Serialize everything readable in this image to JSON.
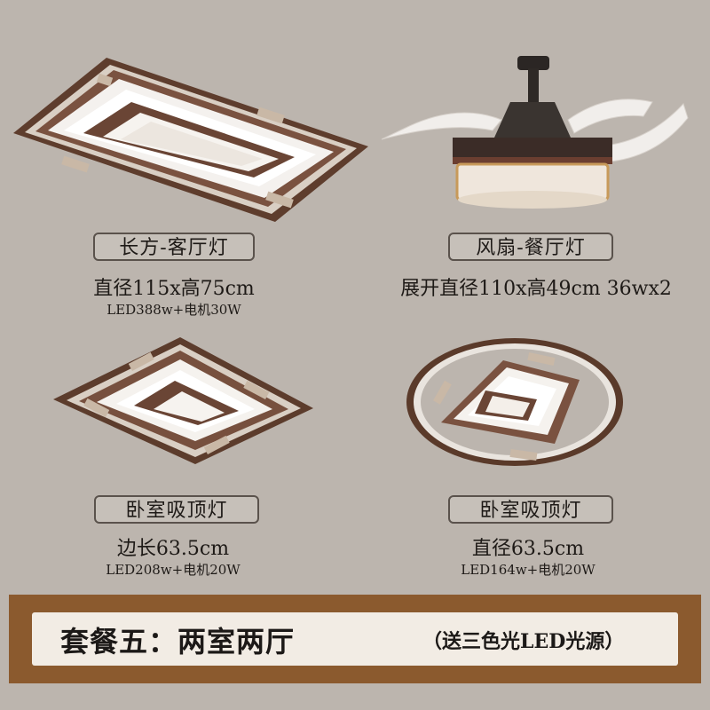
{
  "products": [
    {
      "name": "长方-客厅灯",
      "size": "直径115x高75cm",
      "power": "LED388w+电机30W"
    },
    {
      "name": "风扇-餐厅灯",
      "size": "展开直径110x高49cm  36wx2"
    },
    {
      "name": "卧室吸顶灯",
      "size": "边长63.5cm",
      "power": "LED208w+电机20W"
    },
    {
      "name": "卧室吸顶灯",
      "size": "直径63.5cm",
      "power": "LED164w+电机20W"
    }
  ],
  "banner": {
    "title": "套餐五：两室两厅",
    "note": "（送三色光LED光源）"
  },
  "colors": {
    "background": "#bcb5ae",
    "wood": "#6e4a36",
    "banner": "#8b5a2e",
    "banner_inner": "#f2ece4"
  }
}
